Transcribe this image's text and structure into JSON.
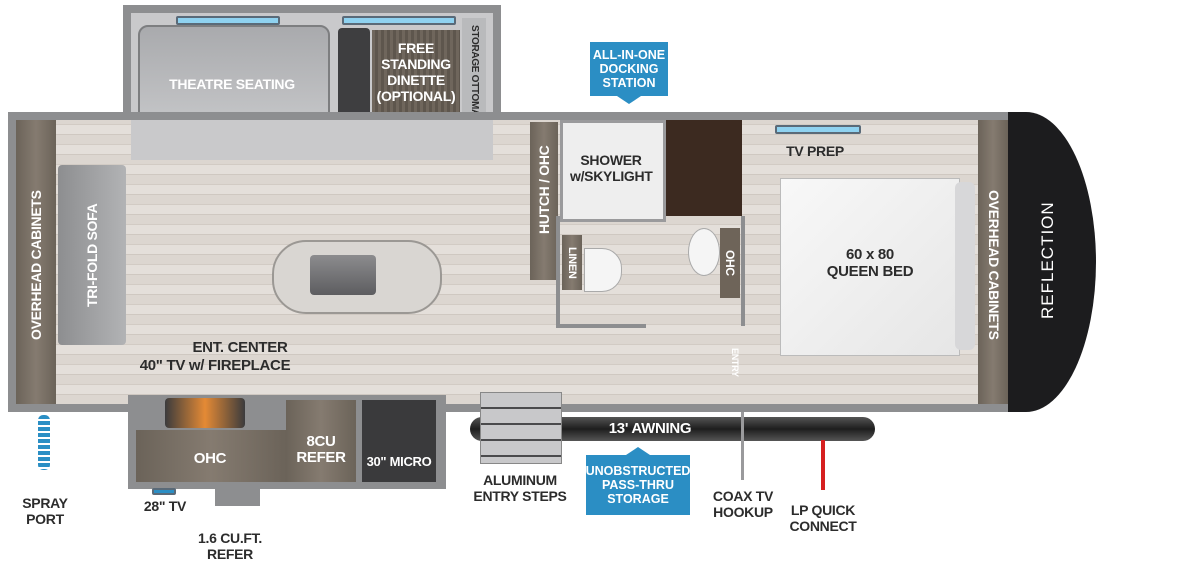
{
  "brand": "REFLECTION",
  "labels": {
    "theatre_seating": "THEATRE SEATING",
    "dinette": "FREE STANDING DINETTE (OPTIONAL)",
    "storage_ottoman": "STORAGE OTTOMAN",
    "docking_station": "ALL-IN-ONE DOCKING STATION",
    "overhead_cabinets_rear": "OVERHEAD CABINETS",
    "sofa": "TRI-FOLD SOFA",
    "ent_center": "ENT. CENTER",
    "tv_fireplace": "40\" TV w/ FIREPLACE",
    "hutch": "HUTCH / OHC",
    "shower": "SHOWER w/SKYLIGHT",
    "linen": "LINEN",
    "bath_ohc": "OHC",
    "entry": "ENTRY",
    "tv_prep": "TV PREP",
    "bed": "60 x 80 QUEEN BED",
    "overhead_cabinets_front": "OVERHEAD CABINETS",
    "ohc": "OHC",
    "refer": "8CU REFER",
    "micro": "30\" MICRO",
    "awning": "13' AWNING",
    "steps": "ALUMINUM ENTRY STEPS",
    "pass_thru": "UNOBSTRUCTED PASS-THRU STORAGE",
    "coax": "COAX TV HOOKUP",
    "lp": "LP QUICK CONNECT",
    "spray_port": "SPRAY PORT",
    "tv28": "28\" TV",
    "mini_refer": "1.6 CU.FT. REFER"
  },
  "colors": {
    "callout": "#2b8ec4",
    "wall": "#8d8e90",
    "cap": "#1c1c1e",
    "lp_line": "#d62020"
  }
}
